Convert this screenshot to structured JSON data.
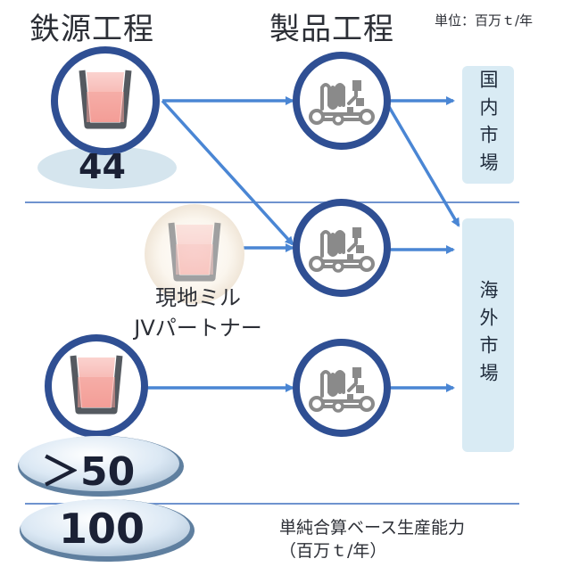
{
  "headers": {
    "iron_source": "鉄源工程",
    "product": "製品工程",
    "unit": "単位：百万ｔ/年"
  },
  "markets": {
    "domestic": "国内市場",
    "overseas": "海外市場"
  },
  "values": {
    "domestic_capacity": "44",
    "overseas_capacity": "＞50",
    "total_capacity": "100"
  },
  "jv_label": {
    "line1": "現地ミル",
    "line2": "JVパートナー"
  },
  "footnote": {
    "line1": "単純合算ベース生産能力",
    "line2": "（百万ｔ/年）"
  },
  "colors": {
    "circle_border": "#2f4f93",
    "arrow": "#4a86d4",
    "divider": "#6f93cf",
    "market_box": "#d9ebf4",
    "ladle_fill": "#f6a8a2",
    "machine": "#8a8a8a"
  },
  "icons": {
    "iron_source": "ladle-icon",
    "product": "rolling-mill-icon"
  }
}
